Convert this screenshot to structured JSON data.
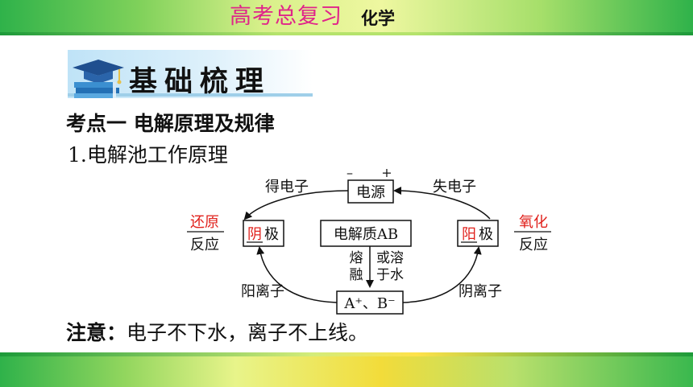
{
  "header": {
    "title": "高考总复习",
    "subject": "化学"
  },
  "banner": {
    "title": "基础梳理"
  },
  "section": {
    "title": "考点一  电解原理及规律",
    "item": "1.电解池工作原理"
  },
  "diagram": {
    "power_source": "电源",
    "minus": "–",
    "plus": "+",
    "gain_electrons": "得电子",
    "lose_electrons": "失电子",
    "left_electrode_char": "阴",
    "left_electrode_suffix": "极",
    "right_electrode_char": "阳",
    "right_electrode_suffix": "极",
    "left_reaction_answer": "还原",
    "left_reaction_label": "反应",
    "right_reaction_answer": "氧化",
    "right_reaction_label": "反应",
    "electrolyte": "电解质AB",
    "melt_1": "熔",
    "melt_2": "融",
    "dissolve_1": "或溶",
    "dissolve_2": "于水",
    "ions": "A⁺、B⁻",
    "cations": "阳离子",
    "anions": "阴离子"
  },
  "note": {
    "label": "注意：",
    "text": "电子不下水，离子不上线。"
  },
  "colors": {
    "header_title": "#e0248a",
    "answer_red": "#e0201b",
    "bar_green": "#2fb24a"
  }
}
